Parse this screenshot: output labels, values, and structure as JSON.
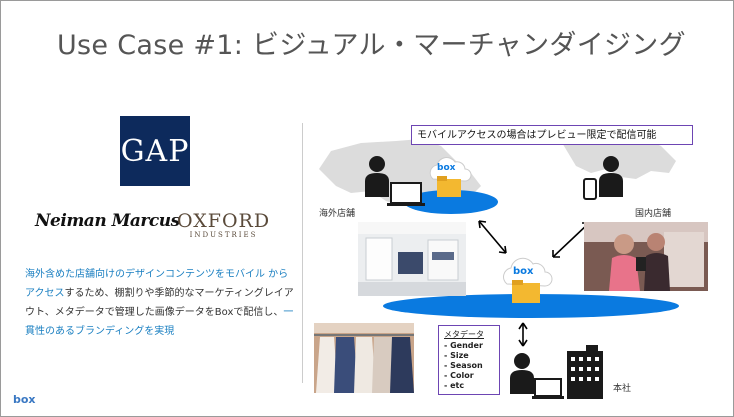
{
  "slide": {
    "title": "Use Case #1:  ビジュアル・マーチャンダイジング",
    "logos": {
      "gap": "GAP",
      "neiman": "Neiman Marcus",
      "oxford_main": "OXFORD",
      "oxford_sub": "INDUSTRIES"
    },
    "description": {
      "part1": "海外含めた店舗向けのデザインコンテンツをモバイル からアクセス",
      "part2": "するため、棚割りや季節的なマーケティングレイアウト、メタデータで管理した画像データをBoxで配信し、",
      "part3": "一貫性のあるブランディングを実現"
    },
    "footer_logo": "box"
  },
  "diagram": {
    "callout": "モバイルアクセスの場合はプレビュー限定で配信可能",
    "overseas_store": "海外店舗",
    "domestic_store": "国内店舗",
    "hq": "本社",
    "box_label": "box",
    "metadata": {
      "title": "メタデータ",
      "items": [
        "Gender",
        "Size",
        "Season",
        "Color",
        "etc"
      ]
    }
  },
  "colors": {
    "box_blue": "#0a7ae0",
    "callout_border": "#6d45b3",
    "gap_navy": "#0d2a5c",
    "highlight_blue": "#1a7fc1"
  }
}
